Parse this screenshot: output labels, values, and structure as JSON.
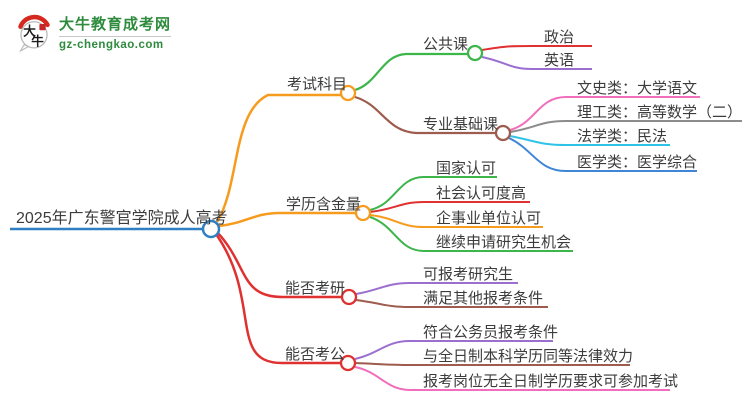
{
  "logo": {
    "title": "大牛教育成考网",
    "domain": "gz-chengkao.com",
    "bubble_text_top": "大",
    "bubble_text_bottom": "牛",
    "brand_green": "#2E8B3D",
    "brand_red": "#D5281E"
  },
  "mindmap": {
    "root": {
      "label": "2025年广东警官学院成人高考",
      "color": "#2E7FC4"
    },
    "branches": [
      {
        "label": "考试科目",
        "color": "#F79B1E",
        "children": [
          {
            "label": "公共课",
            "color": "#3CB54A",
            "children": [
              {
                "label": "政治",
                "color": "#E03131"
              },
              {
                "label": "英语",
                "color": "#9A6FD0"
              }
            ]
          },
          {
            "label": "专业基础课",
            "color": "#9D5C4D",
            "children": [
              {
                "label": "文史类：大学语文",
                "color": "#F06EBB"
              },
              {
                "label": "理工类：高等数学（二）",
                "color": "#8C8C8C"
              },
              {
                "label": "法学类：民法",
                "color": "#30C3E8"
              },
              {
                "label": "医学类：医学综合",
                "color": "#3F86D6"
              }
            ]
          }
        ]
      },
      {
        "label": "学历含金量",
        "color": "#F79B1E",
        "children": [
          {
            "label": "国家认可",
            "color": "#3CB54A"
          },
          {
            "label": "社会认可度高",
            "color": "#E03131"
          },
          {
            "label": "企事业单位认可",
            "color": "#F79B1E"
          },
          {
            "label": "继续申请研究生机会",
            "color": "#3CB54A"
          }
        ]
      },
      {
        "label": "能否考研",
        "color": "#E03131",
        "children": [
          {
            "label": "可报考研究生",
            "color": "#9A6FD0"
          },
          {
            "label": "满足其他报考条件",
            "color": "#9D5C4D"
          }
        ]
      },
      {
        "label": "能否考公",
        "color": "#E03131",
        "children": [
          {
            "label": "符合公务员报考条件",
            "color": "#9A6FD0"
          },
          {
            "label": "与全日制本科学历同等法律效力",
            "color": "#9D5C4D"
          },
          {
            "label": "报考岗位无全日制学历要求可参加考试",
            "color": "#F06EBB"
          }
        ]
      }
    ]
  }
}
